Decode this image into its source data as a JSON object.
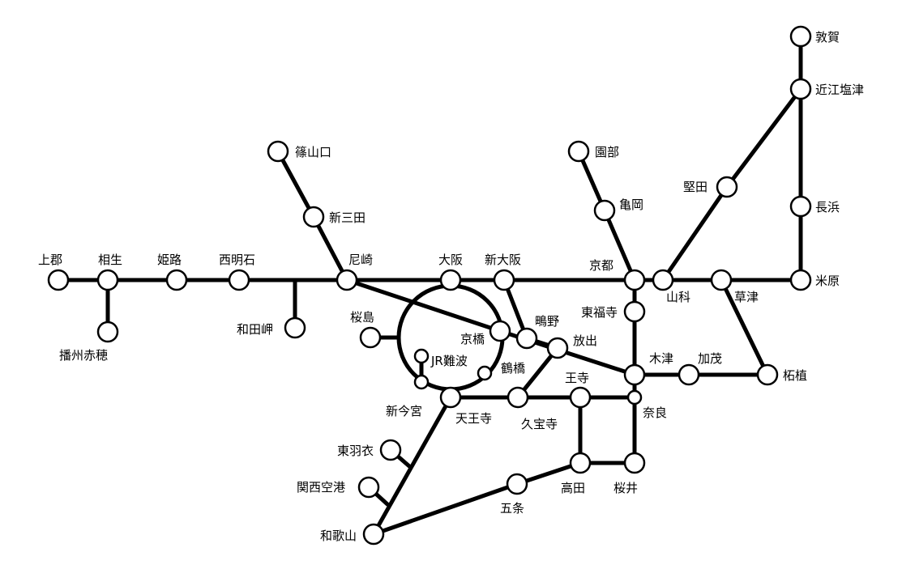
{
  "title": "",
  "stations": {
    "tsuruga": "敦賀",
    "omi_shiotsu": "近江塩津",
    "nagahama": "長浜",
    "maibara": "米原",
    "katata": "堅田",
    "yamashina": "山科",
    "kusatsu": "草津",
    "tsuge": "柘植",
    "sonobe": "園部",
    "kameoka": "亀岡",
    "kyoto": "京都",
    "higashi_fukuchiyama": "東福寺",
    "kizu": "木津",
    "kamo": "加茂",
    "nara": "奈良",
    "sasayamaguchi": "篠山口",
    "shin_sanda": "新三田",
    "amagasaki": "尼崎",
    "osaka": "大阪",
    "shin_osaka": "新大阪",
    "kamigori": "上郡",
    "aioi": "相生",
    "himeji": "姫路",
    "nishi_akashi": "西明石",
    "banshu_ako": "播州赤穂",
    "wadamisaki": "和田岬",
    "sakurajima": "桜島",
    "kyobashi": "京橋",
    "shigino": "鴫野",
    "hanaten": "放出",
    "jr_namba": "JR難波",
    "tsuruhashi": "鶴橋",
    "shin_imamiya": "新今宮",
    "tennoji": "天王寺",
    "kyuhoji": "久宝寺",
    "oji": "王寺",
    "takada": "高田",
    "sakurai": "桜井",
    "gojo": "五条",
    "higashi_hagoromo": "東羽衣",
    "kansai_airport": "関西空港",
    "wakayama": "和歌山"
  }
}
